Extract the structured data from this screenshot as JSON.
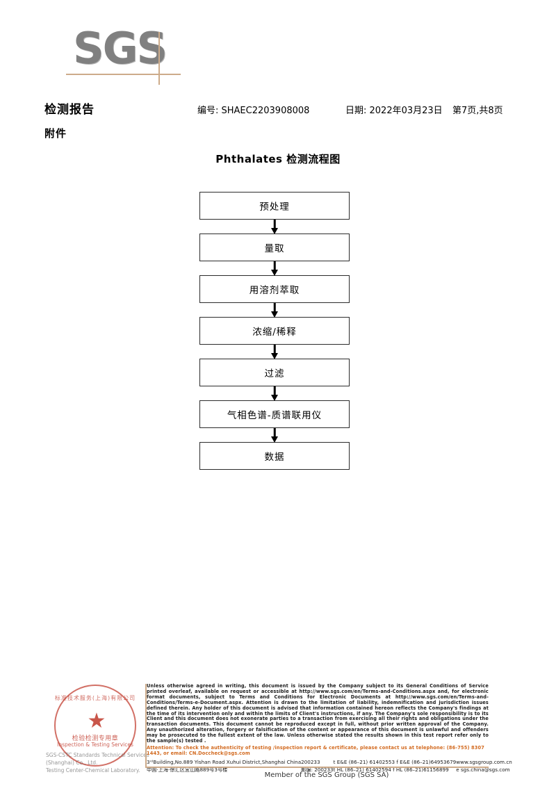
{
  "brand": {
    "logo_text": "SGS",
    "accent_color": "#cdab8a",
    "logo_color": "#808080"
  },
  "header": {
    "title": "检测报告",
    "subtitle": "附件",
    "report_no": "编号: SHAEC2203908008",
    "date": "日期: 2022年03月23日",
    "page": "第7页,共8页"
  },
  "flowchart": {
    "title": "Phthalates 检测流程图",
    "nodes": [
      {
        "label": "预处理"
      },
      {
        "label": "量取"
      },
      {
        "label": "用溶剂萃取"
      },
      {
        "label": "浓缩/稀释"
      },
      {
        "label": "过滤"
      },
      {
        "label": "气相色谱-质谱联用仪"
      },
      {
        "label": "数据"
      }
    ]
  },
  "stamp": {
    "arc_top": "标准技术服务(上海)有限公司",
    "star_glyph": "★",
    "cn_text": "检验检测专用章",
    "en_text": "Inspection & Testing Services",
    "legal_line1": "SGS-CSTC Standards Technical Services (Shanghai) Co., Ltd.",
    "legal_line2": "Testing Center-Chemical Laboratory.",
    "color": "#c0392b"
  },
  "footer": {
    "legal": "Unless otherwise agreed in writing, this document is issued by the Company subject to its General Conditions of Service printed overleaf, available on request or accessible at http://www.sgs.com/en/Terms-and-Conditions.aspx and, for electronic format documents, subject to Terms and Conditions for Electronic Documents at http://www.sgs.com/en/Terms-and-Conditions/Terms-e-Document.aspx. Attention is drawn to the limitation of liability, indemnification and jurisdiction issues defined therein. Any holder of this document is advised that information contained hereon reflects the Company's findings at the time of its intervention only and within the limits of Client's instructions, if any. The Company's sole responsibility is to its Client and this document does not exonerate parties to a transaction from exercising all their rights and obligations under the transaction documents. This document cannot be reproduced except in full, without prior written approval of the Company. Any unauthorized alteration, forgery or falsification of the content or appearance of this document is unlawful and offenders may be prosecuted to the fullest extent of the law. Unless otherwise stated the results shown in this test report refer only to the sample(s) tested .",
    "attention": "Attention: To check the authenticity of testing /inspection report & certificate, please contact us at telephone: (86-755) 8307 1443, or email: CN.Doccheck@sgs.com",
    "attention_color": "#d2691e",
    "address_rows": [
      {
        "address": "3ʳᵈBuilding,No.889 Yishan Road Xuhui District,Shanghai China",
        "zip": "200233",
        "tel": "t E&E (86–21) 61402553   f E&E (86–21)64953679",
        "web": "www.sgsgroup.com.cn"
      },
      {
        "address": "中国·上海·徐汇区宜山路889号3号楼",
        "zip": "邮编: 200233",
        "tel": "t HL (86–21) 61402594   f HL (86–21)61156899",
        "web": "e  sgs.china@sgs.com"
      }
    ],
    "member_line": "Member of the SGS Group (SGS SA)"
  }
}
